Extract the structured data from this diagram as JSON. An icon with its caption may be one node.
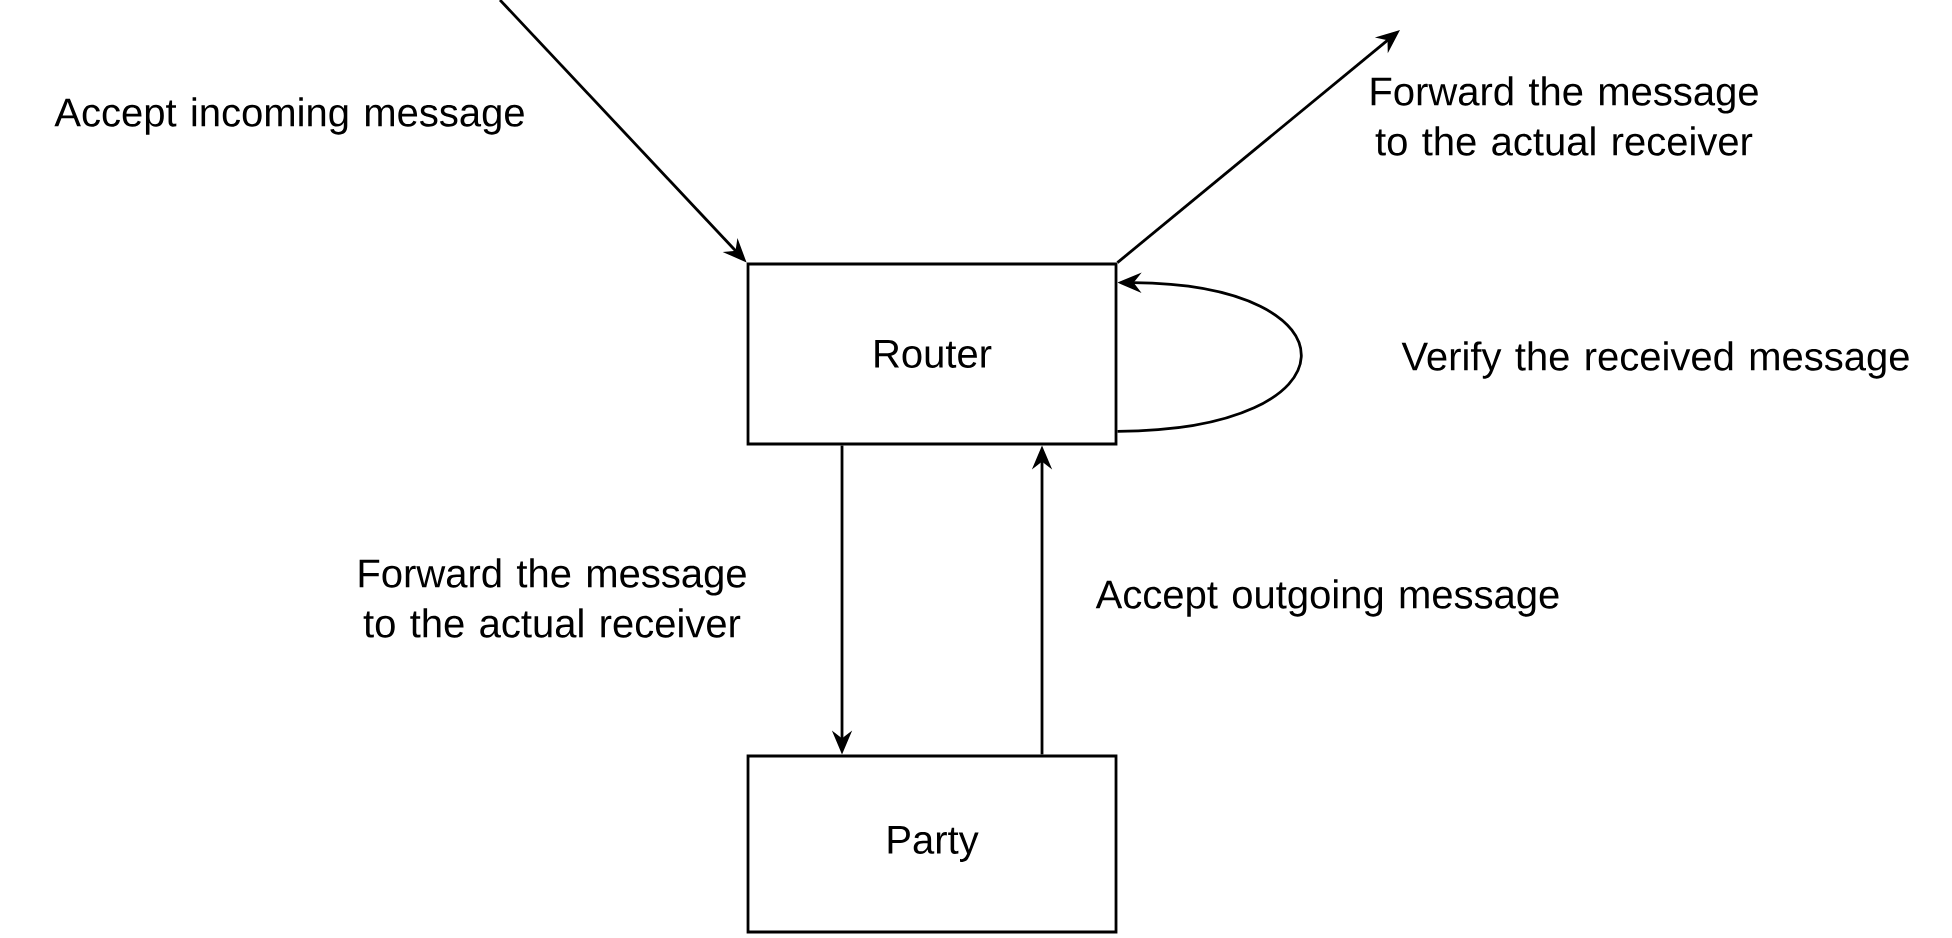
{
  "diagram": {
    "nodes": [
      {
        "text": [
          "Router"
        ]
      },
      {
        "text": [
          "Party"
        ]
      }
    ],
    "edges": [
      {
        "from": null,
        "to": 0,
        "arrow": "to",
        "label": "Accept incoming message"
      },
      {
        "from": 0,
        "to": null,
        "arrow": "to",
        "label": "Forward the message to the actual receiver"
      },
      {
        "from": 0,
        "to": 0,
        "arrow": "to",
        "label": "Verify the received message"
      },
      {
        "from": 0,
        "to": 1,
        "arrow": "to",
        "label": "Forward the message to the actual receiver"
      },
      {
        "from": 1,
        "to": 0,
        "arrow": "to",
        "label": "Accept outgoing message"
      }
    ]
  }
}
